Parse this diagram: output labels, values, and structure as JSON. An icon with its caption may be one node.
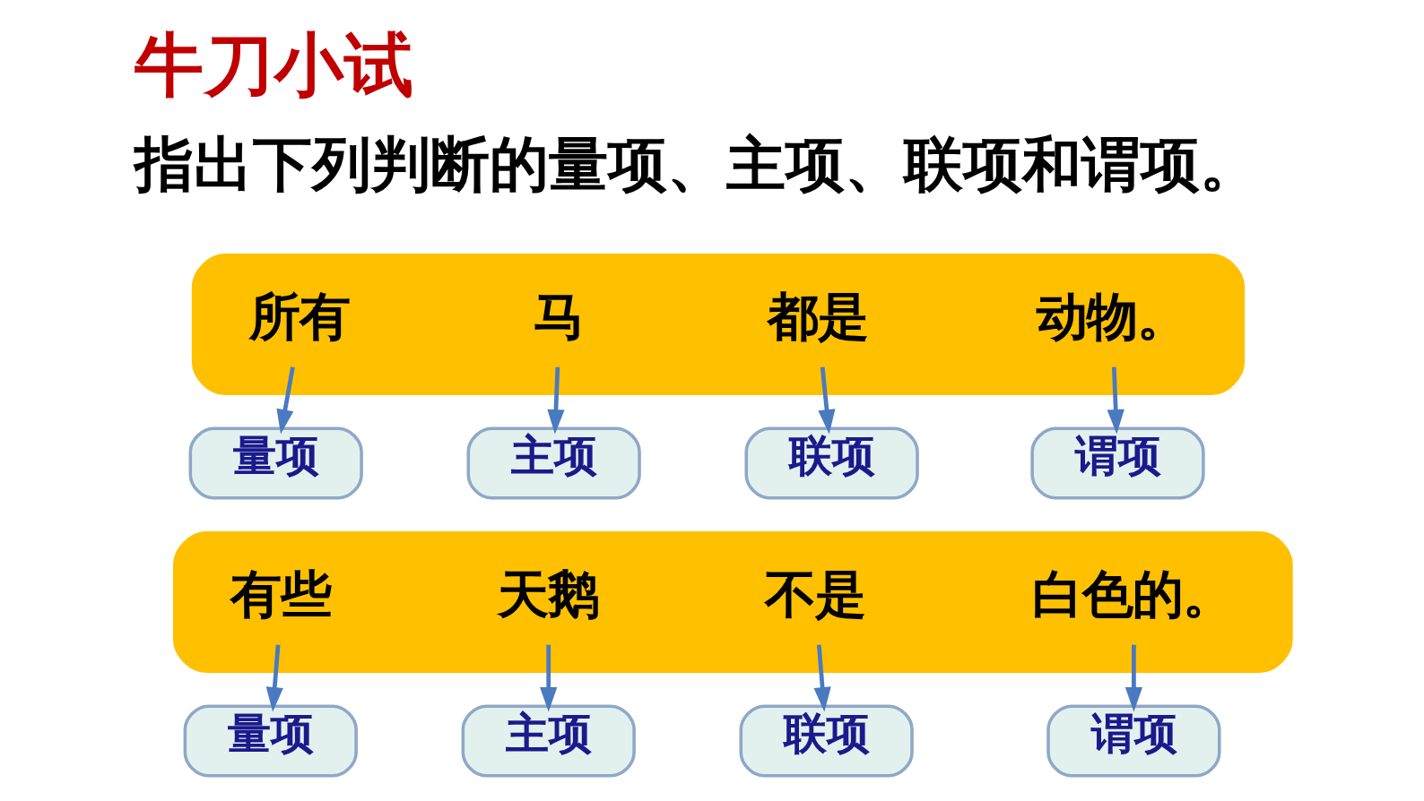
{
  "diagram": {
    "title": "牛刀小试",
    "nodes": [
      {
        "text": [],
        "shape": "bar"
      },
      {
        "text": [
          "所有"
        ],
        "in": 0
      },
      {
        "text": [
          "马"
        ],
        "in": 0
      },
      {
        "text": [
          "都是"
        ],
        "in": 0
      },
      {
        "text": [
          "动物。"
        ],
        "in": 0
      },
      {
        "text": [
          "量项"
        ]
      },
      {
        "text": [
          "主项"
        ]
      },
      {
        "text": [
          "联项"
        ]
      },
      {
        "text": [
          "谓项"
        ]
      },
      {
        "text": [],
        "shape": "bar"
      },
      {
        "text": [
          "有些"
        ],
        "in": 9
      },
      {
        "text": [
          "天鹅"
        ],
        "in": 9
      },
      {
        "text": [
          "不是"
        ],
        "in": 9
      },
      {
        "text": [
          "白色的。"
        ],
        "in": 9
      },
      {
        "text": [
          "量项"
        ]
      },
      {
        "text": [
          "主项"
        ]
      },
      {
        "text": [
          "联项"
        ]
      },
      {
        "text": [
          "谓项"
        ]
      }
    ],
    "edges": [
      {
        "from": 1,
        "to": 5,
        "arrow": "to"
      },
      {
        "from": 2,
        "to": 6,
        "arrow": "to"
      },
      {
        "from": 3,
        "to": 7,
        "arrow": "to"
      },
      {
        "from": 4,
        "to": 8,
        "arrow": "to"
      },
      {
        "from": 10,
        "to": 14,
        "arrow": "to"
      },
      {
        "from": 11,
        "to": 15,
        "arrow": "to"
      },
      {
        "from": 12,
        "to": 16,
        "arrow": "to"
      },
      {
        "from": 13,
        "to": 17,
        "arrow": "to"
      }
    ],
    "labels": [
      "指出下列判断的量项、主项、联项和谓项。"
    ]
  }
}
